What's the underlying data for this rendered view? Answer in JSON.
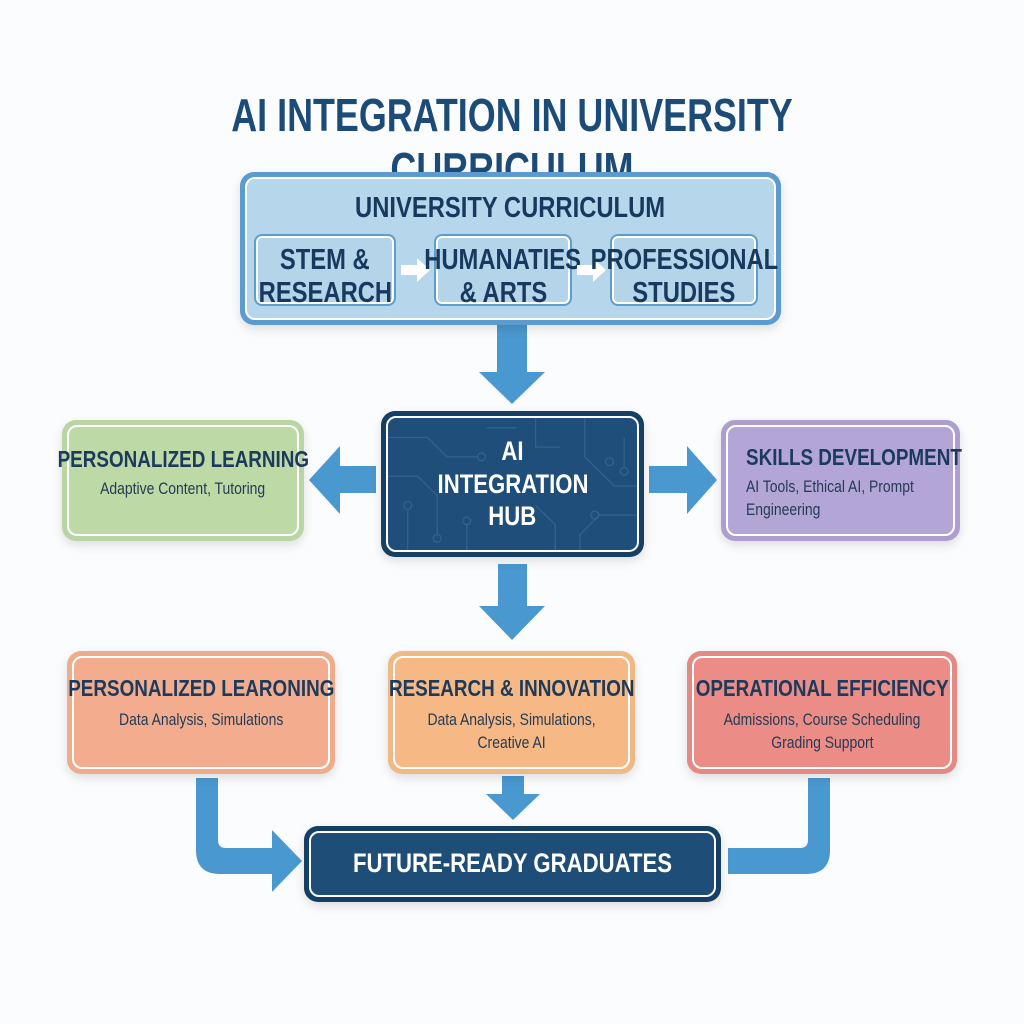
{
  "title": "AI INTEGRATION IN UNIVERSITY CURRICULUM",
  "colors": {
    "title": "#1d4b78",
    "arrow": "#4a98d0",
    "hub": "#1f4e7a",
    "curriculum": "#b6d6ec",
    "personalized_learning": "#bcd9a6",
    "skills_development": "#b3a6d6",
    "bottom_left": "#f3ad8e",
    "research_innovation": "#f6b985",
    "operational_efficiency": "#ec8c86"
  },
  "curriculum": {
    "heading": "UNIVERSITY CURRICULUM",
    "disciplines": [
      {
        "line1": "STEM &",
        "line2": "RESEARCH"
      },
      {
        "line1": "HUMANATIES",
        "line2": "& ARTS"
      },
      {
        "line1": "PROFESSIONAL",
        "line2": "STUDIES"
      }
    ]
  },
  "hub": {
    "line1": "AI",
    "line2": "INTEGRATION",
    "line3": "HUB"
  },
  "personalized_learning": {
    "heading": "PERSONALIZED LEARNING",
    "detail": "Adaptive Content, Tutoring"
  },
  "skills_development": {
    "heading": "SKILLS DEVELOPMENT",
    "detail_line1": "AI Tools, Ethical AI, Prompt",
    "detail_line2": "Engineering"
  },
  "outcomes": [
    {
      "heading": "PERSONALIZED LEARONING",
      "detail_line1": "Data Analysis, Simulations",
      "detail_line2": ""
    },
    {
      "heading": "RESEARCH & INNOVATION",
      "detail_line1": "Data Analysis, Simulations,",
      "detail_line2": "Creative AI"
    },
    {
      "heading": "OPERATIONAL EFFICIENCY",
      "detail_line1": "Admissions, Course Scheduling",
      "detail_line2": "Grading Support"
    }
  ],
  "result": {
    "label": "FUTURE-READY GRADUATES"
  }
}
